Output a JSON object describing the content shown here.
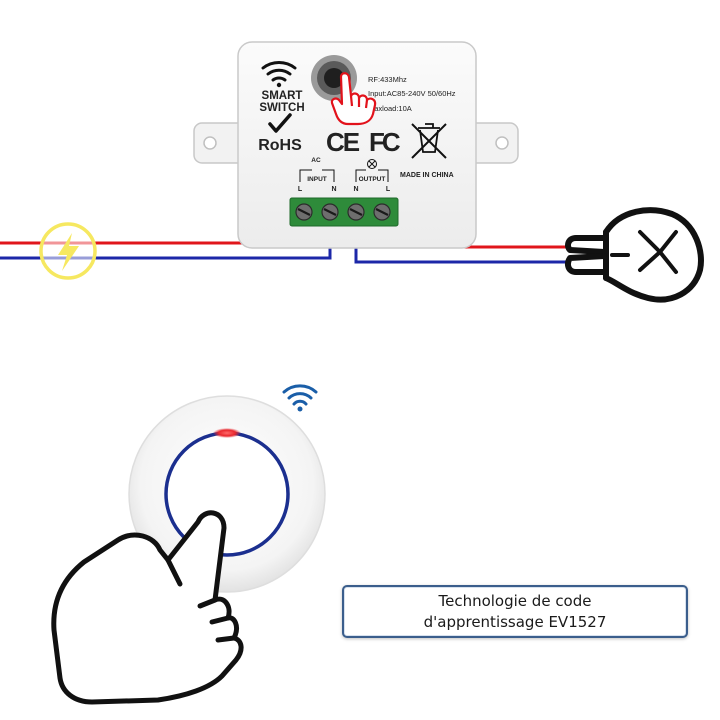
{
  "device": {
    "brand_line1": "SMART",
    "brand_line2": "SWITCH",
    "rohs": "RoHS",
    "ce": "CE",
    "fc": "FC",
    "spec_rf": "RF:433Mhz",
    "spec_input": "Input:AC85-240V 50/60Hz",
    "spec_maxload": "Maxload:10A",
    "ac_label": "AC",
    "input_label": "INPUT",
    "output_label": "OUTPUT",
    "input_l": "L",
    "input_n": "N",
    "output_n": "N",
    "output_l": "L",
    "made_in": "MADE IN CHINA"
  },
  "caption": {
    "line1": "Technologie de code",
    "line2": "d'apprentissage EV1527"
  },
  "icons": [
    "wifi-icon",
    "pointing-hand-icon",
    "lightning-icon",
    "light-bulb-icon",
    "weee-bin-icon",
    "checkmark-icon"
  ],
  "colors": {
    "live_wire": "#e0161b",
    "neutral_wire": "#1c27a8",
    "terminal_block": "#2e8b3a",
    "button_ring": "#1b2f8f",
    "led": "#e8272d",
    "lightning_yellow": "#f6e860",
    "caption_border": "#3b5e8c"
  }
}
